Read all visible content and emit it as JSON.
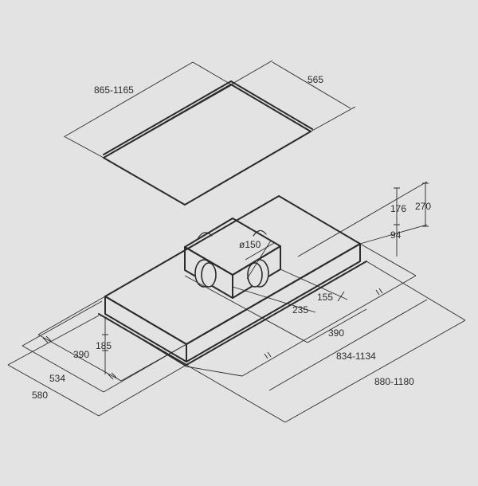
{
  "colors": {
    "background": "#e3e3e3",
    "line": "#2b2b2b"
  },
  "panel": {
    "width_label": "865-1165",
    "depth_label": "565"
  },
  "unit": {
    "duct_diameter_label": "ø150",
    "height_total_label": "270",
    "height_upper_label": "176",
    "height_lower_label": "94",
    "side_offset_label": "155",
    "duct_spacing_label": "235",
    "inner_depth_label": "390",
    "inner_width_label": "390",
    "duct_height_label": "185",
    "depth_inner_label": "534",
    "depth_outer_label": "580",
    "width_inner_label": "834-1134",
    "width_outer_label": "880-1180"
  }
}
